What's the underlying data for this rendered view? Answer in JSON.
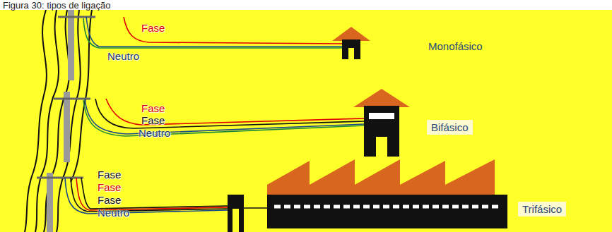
{
  "diagram": {
    "title": "Figura 30: tipos de ligação",
    "labels": [
      "Fase",
      "Neutro",
      "Monofásico",
      "Fase",
      "Fase",
      "Neutro",
      "Bifásico",
      "Fase",
      "Fase",
      "Fase",
      "Neutro",
      "Trifásico"
    ]
  }
}
